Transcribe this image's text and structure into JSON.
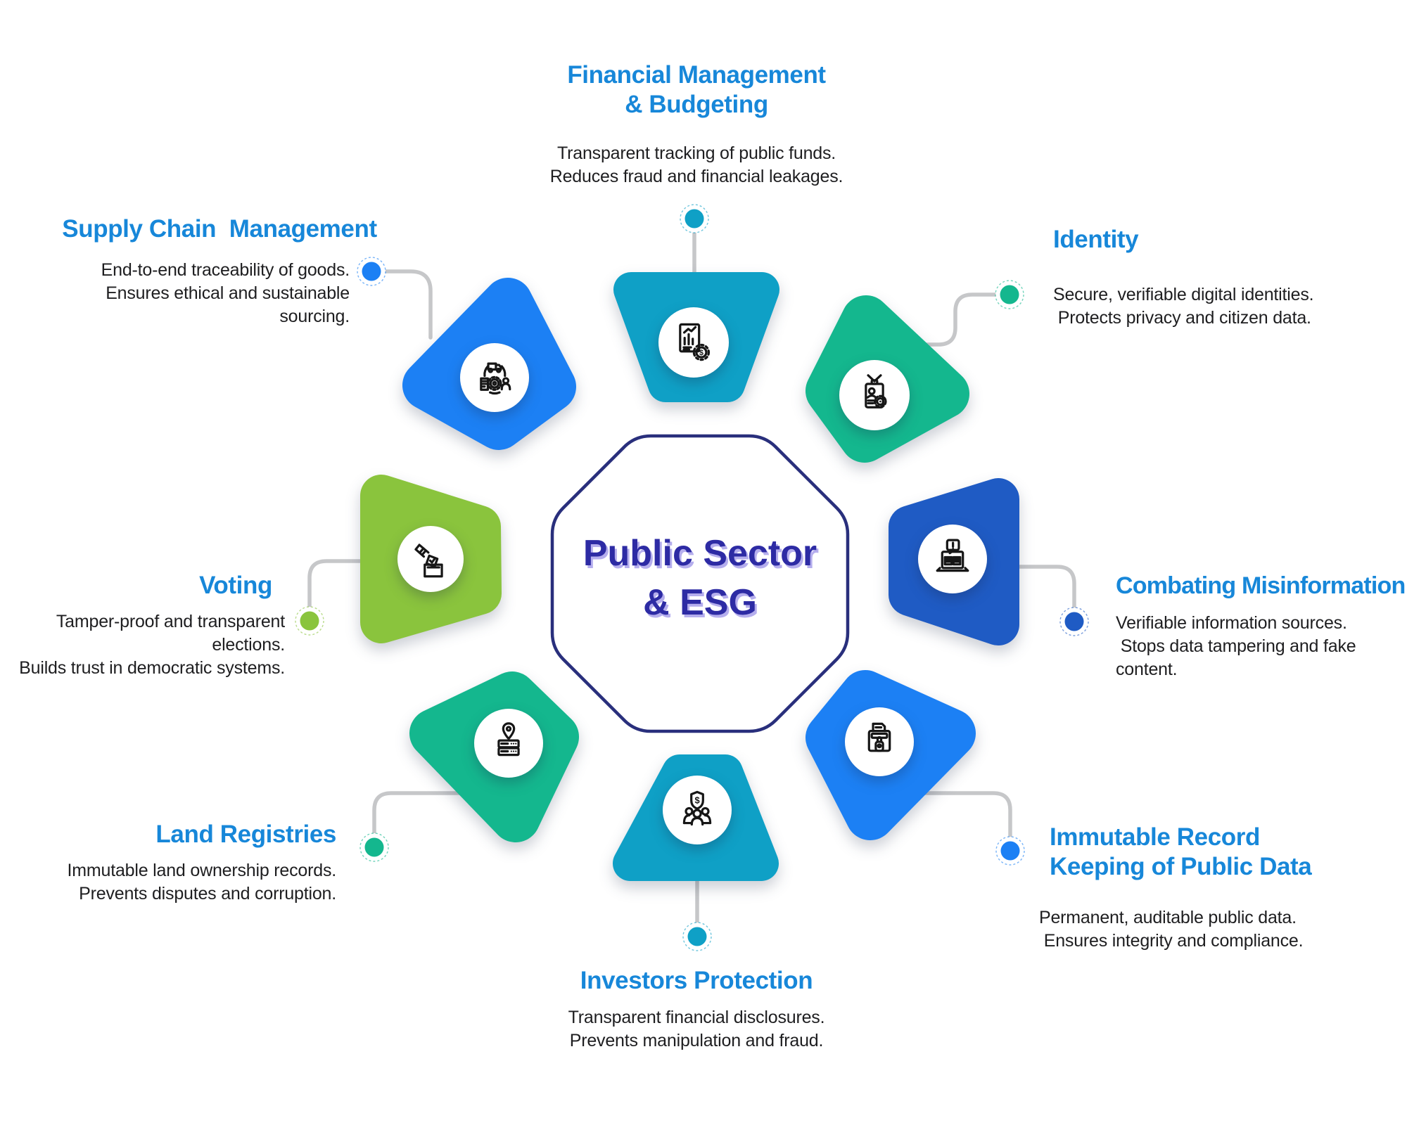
{
  "center": {
    "title": "Public Sector\n& ESG"
  },
  "colors": {
    "section_title": "#1787D9",
    "center_text": "#2D2BA4",
    "center_text_shadow": "#B5AEED",
    "octagon_border": "#292F7C",
    "connector": "#C6C7C9",
    "icon": "#161616",
    "white": "#FFFFFF"
  },
  "nodes": [
    {
      "id": "financial",
      "icon": "financial-report-icon",
      "color": "#0FA0C6",
      "title": "Financial Management\n& Budgeting",
      "description": "Transparent tracking of public funds.\nReduces fraud and financial leakages."
    },
    {
      "id": "identity",
      "icon": "id-badge-fingerprint-icon",
      "color": "#14B78E",
      "title": "Identity",
      "description": "Secure, verifiable digital identities.\n Protects privacy and citizen data."
    },
    {
      "id": "combating",
      "icon": "laptop-warning-icon",
      "color": "#1F5BC4",
      "title": "Combating Misinformation",
      "description": "Verifiable information sources.\n Stops data tampering and fake\ncontent."
    },
    {
      "id": "immutable",
      "icon": "archive-record-icon",
      "color": "#1C80F4",
      "title": "Immutable Record\nKeeping of Public Data",
      "description": "Permanent, auditable public data.\n Ensures integrity and compliance."
    },
    {
      "id": "investors",
      "icon": "shield-people-icon",
      "color": "#0FA0C6",
      "title": "Investors Protection",
      "description": "Transparent financial disclosures.\nPrevents manipulation and fraud."
    },
    {
      "id": "land",
      "icon": "map-pin-registry-icon",
      "color": "#14B78E",
      "title": "Land Registries",
      "description": "Immutable land ownership records.\nPrevents disputes and corruption."
    },
    {
      "id": "voting",
      "icon": "ballot-hand-icon",
      "color": "#8AC43D",
      "title": "Voting",
      "description": "Tamper-proof and transparent\nelections.\nBuilds trust in democratic systems."
    },
    {
      "id": "supply",
      "icon": "supply-chain-cycle-icon",
      "color": "#1C80F4",
      "title": "Supply Chain  Management",
      "description": "End-to-end traceability of goods.\nEnsures ethical and sustainable\nsourcing."
    }
  ]
}
